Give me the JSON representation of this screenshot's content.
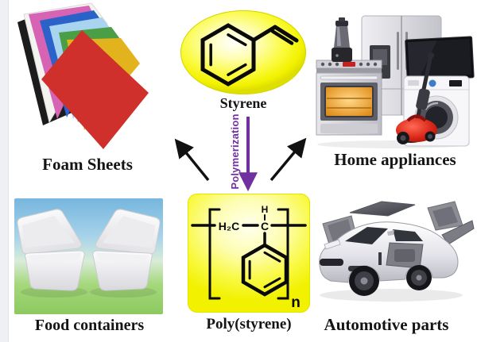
{
  "labels": {
    "foam_sheets": "Foam Sheets",
    "styrene": "Styrene",
    "polymerization": "Polymerization",
    "home_appliances": "Home appliances",
    "food_containers": "Food containers",
    "polystyrene": "Poly(styrene)",
    "automotive_parts": "Automotive parts"
  },
  "formula": {
    "h2c": "H₂C",
    "c": "C",
    "h": "H",
    "subscript_n": "n"
  },
  "colors": {
    "arrow_purple": "#7030a0",
    "arrow_black": "#111111",
    "highlight_yellow": "#f5f500",
    "vacuum_red": "#d92517",
    "foam_sheet_colors": [
      "#1c1c1c",
      "#f3f3ef",
      "#d763b4",
      "#2a62c9",
      "#a9d4ef",
      "#4a9e45",
      "#e3b31d",
      "#d0302c"
    ]
  }
}
